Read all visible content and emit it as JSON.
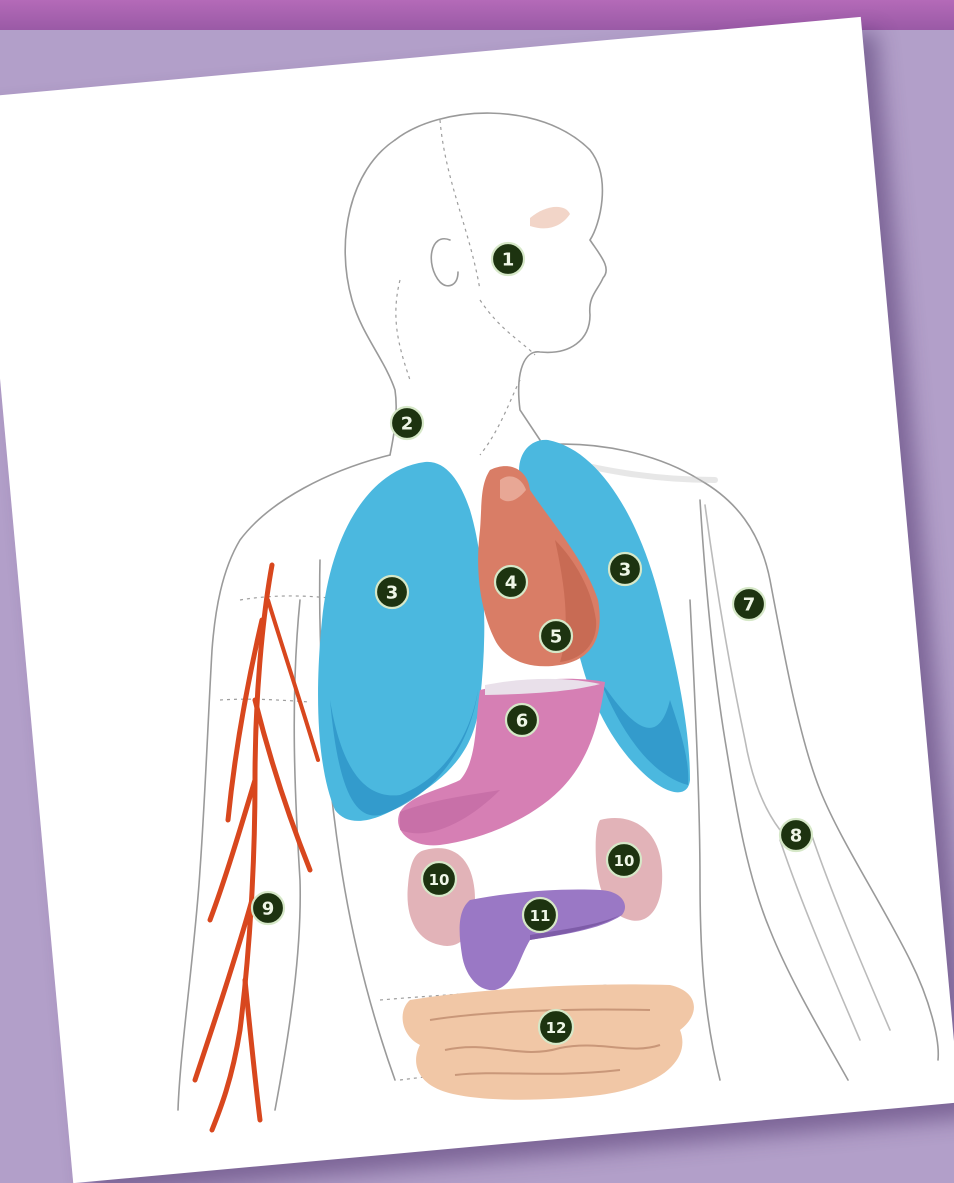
{
  "colors": {
    "background": "#b29fc9",
    "banner": "#b46ab8",
    "lungs": "#4bb8df",
    "heart": "#d97d66",
    "liver": "#d67fb4",
    "kidneys": "#e2b3b8",
    "pancreas": "#9a78c5",
    "intestines": "#f1c7a6",
    "artery": "#d8471e",
    "marker": "#1d3310"
  },
  "markers": [
    {
      "id": "m1",
      "label": "1",
      "organ": "eye"
    },
    {
      "id": "m2",
      "label": "2",
      "organ": "neck"
    },
    {
      "id": "m3a",
      "label": "3",
      "organ": "right-lung"
    },
    {
      "id": "m3b",
      "label": "3",
      "organ": "left-lung"
    },
    {
      "id": "m4",
      "label": "4",
      "organ": "heart"
    },
    {
      "id": "m5",
      "label": "5",
      "organ": "heart-lower"
    },
    {
      "id": "m6",
      "label": "6",
      "organ": "liver"
    },
    {
      "id": "m7",
      "label": "7",
      "organ": "upper-arm-bone"
    },
    {
      "id": "m8",
      "label": "8",
      "organ": "elbow"
    },
    {
      "id": "m9",
      "label": "9",
      "organ": "arm-artery"
    },
    {
      "id": "m10a",
      "label": "10",
      "organ": "right-kidney"
    },
    {
      "id": "m10b",
      "label": "10",
      "organ": "left-kidney"
    },
    {
      "id": "m11",
      "label": "11",
      "organ": "pancreas"
    },
    {
      "id": "m12",
      "label": "12",
      "organ": "intestines"
    }
  ]
}
